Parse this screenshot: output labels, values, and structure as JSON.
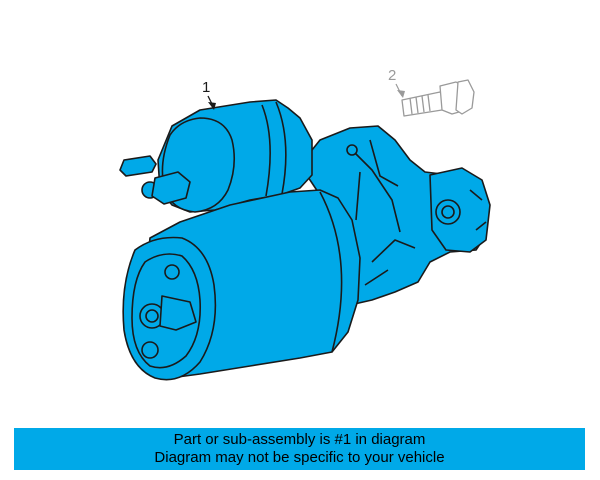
{
  "diagram": {
    "callouts": [
      {
        "label": "1",
        "part": "starter-motor-assembly",
        "highlighted": true
      },
      {
        "label": "2",
        "part": "starter-mounting-bolt",
        "highlighted": false
      }
    ],
    "highlight_color": "#00a9e8",
    "outline_color": "#1a1a1a",
    "secondary_color": "#9a9a9a"
  },
  "banner": {
    "line1": "Part or sub-assembly is #1 in diagram",
    "line2": "Diagram may not be specific to your vehicle",
    "background_color": "#00a9e8"
  }
}
